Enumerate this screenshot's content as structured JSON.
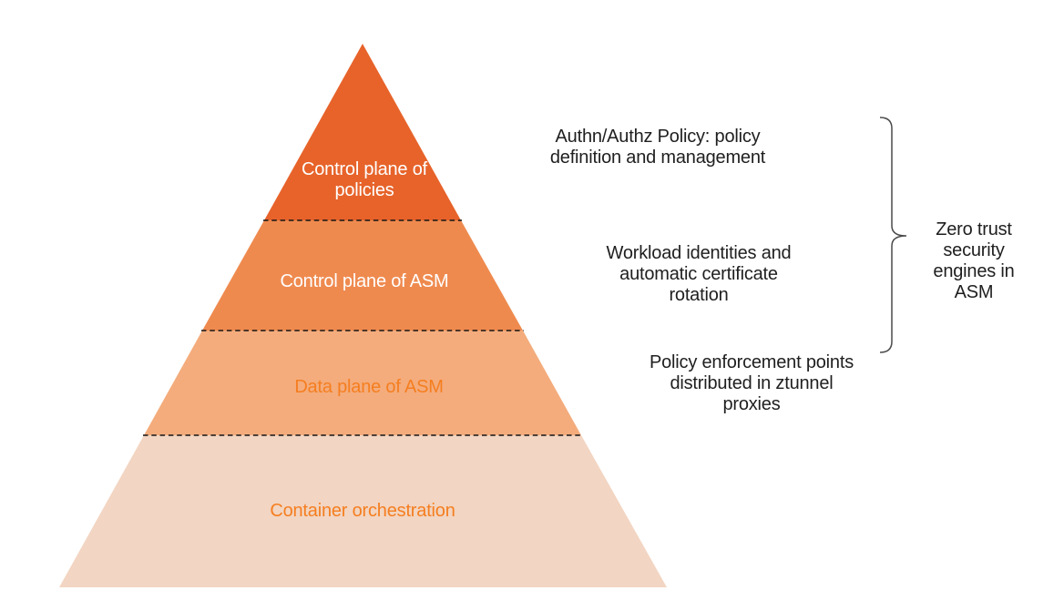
{
  "diagram": {
    "pyramid": {
      "divider_color": "#141414",
      "layers": [
        {
          "text": "Control plane of policies",
          "lines": [
            "Control plane of",
            "policies"
          ],
          "fill": "#E7632A",
          "text_color": "#FFFFFF"
        },
        {
          "text": "Control plane of ASM",
          "lines": [
            "Control plane of ASM"
          ],
          "fill": "#EF8A4F",
          "text_color": "#FFFFFF"
        },
        {
          "text": "Data plane of ASM",
          "lines": [
            "Data plane of ASM"
          ],
          "fill": "#F4AC7C",
          "text_color": "#F57E20"
        },
        {
          "text": "Container orchestration",
          "lines": [
            "Container orchestration"
          ],
          "fill": "#F2D5C2",
          "text_color": "#F57E20"
        }
      ]
    },
    "annotations": [
      {
        "text": "Authn/Authz Policy: policy definition and management",
        "lines": [
          "Authn/Authz Policy: policy",
          "definition and management"
        ]
      },
      {
        "text": "Workload identities and automatic certificate rotation",
        "lines": [
          "Workload identities and",
          "automatic certificate",
          "rotation"
        ]
      },
      {
        "text": "Policy enforcement points distributed in ztunnel proxies",
        "lines": [
          "Policy enforcement points",
          "distributed in ztunnel",
          "proxies"
        ]
      }
    ],
    "bracket": {
      "color": "#4A4A4A",
      "label_text": "Zero trust security engines in ASM",
      "label_lines": [
        "Zero trust",
        "security",
        "engines in",
        "ASM"
      ]
    },
    "colors": {
      "background": "#FFFFFF",
      "annotation_text": "#1F1F1F",
      "orange_label_text": "#F57E20",
      "white_label_text": "#FFFFFF"
    }
  }
}
